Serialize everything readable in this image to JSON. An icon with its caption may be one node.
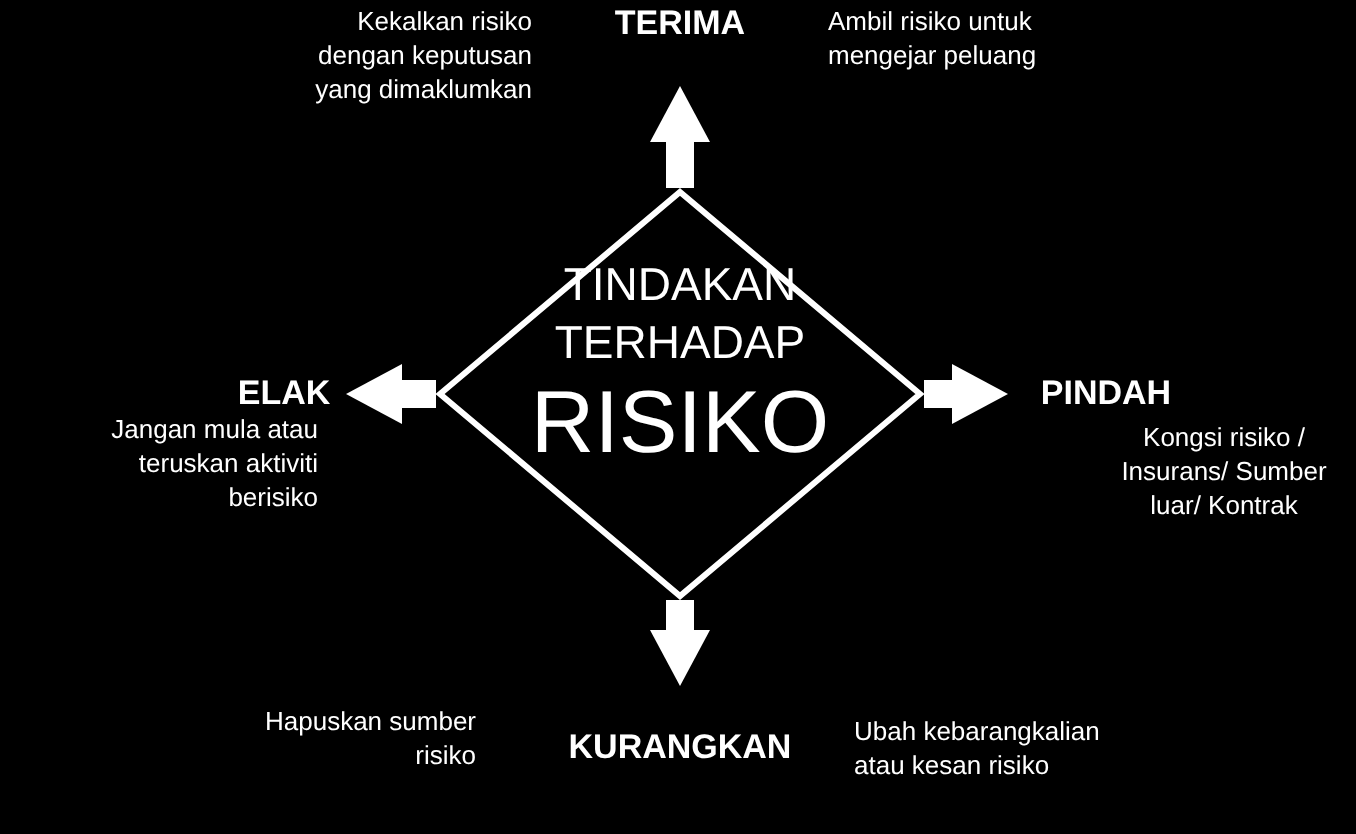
{
  "diagram": {
    "nodes": [
      {
        "text": [
          "TINDAKAN TERHADAP",
          "RISIKO"
        ]
      },
      {
        "text": [
          "TERIMA"
        ]
      },
      {
        "text": [
          "ELAK"
        ]
      },
      {
        "text": [
          "PINDAH"
        ]
      },
      {
        "text": [
          "KURANGKAN"
        ]
      }
    ],
    "edges": [
      {
        "from": 0,
        "to": 1,
        "arrow": "to"
      },
      {
        "from": 0,
        "to": 2,
        "arrow": "to"
      },
      {
        "from": 0,
        "to": 3,
        "arrow": "to"
      },
      {
        "from": 0,
        "to": 4,
        "arrow": "to"
      }
    ],
    "labels": [
      "Kekalkan risiko dengan keputusan yang dimaklumkan",
      "Ambil risiko untuk mengejar peluang",
      "Jangan mula atau teruskan aktiviti berisiko",
      "Kongsi risiko / Insurans/ Sumber luar/ Kontrak",
      "Hapuskan sumber risiko",
      "Ubah kebarangkalian atau kesan risiko"
    ]
  }
}
